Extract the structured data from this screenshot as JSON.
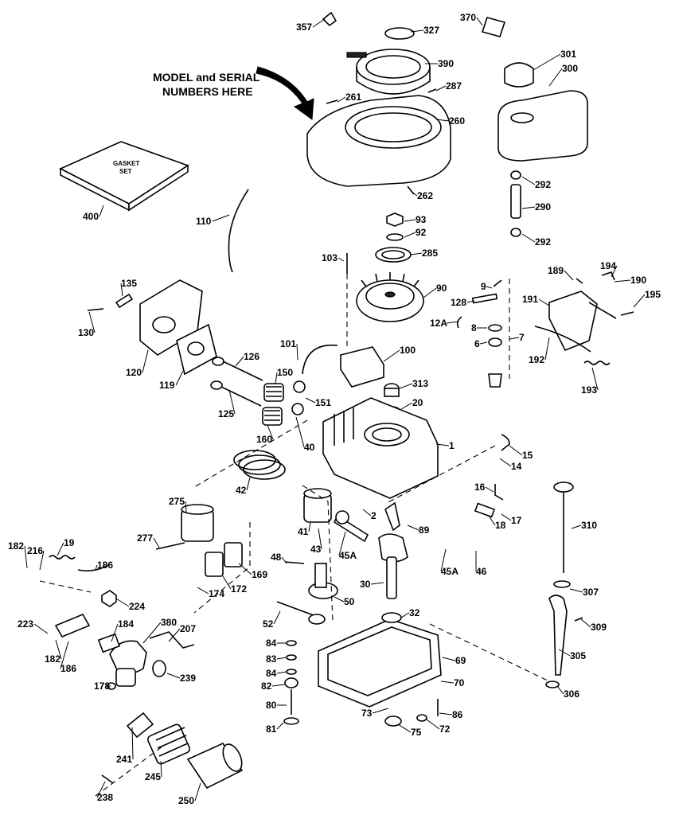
{
  "diagram": {
    "callout_line1": "MODEL and SERIAL",
    "callout_line2": "NUMBERS HERE",
    "gasket_box_line1": "GASKET",
    "gasket_box_line2": "SET",
    "parts": [
      {
        "id": "357"
      },
      {
        "id": "327"
      },
      {
        "id": "370"
      },
      {
        "id": "390"
      },
      {
        "id": "301"
      },
      {
        "id": "300"
      },
      {
        "id": "287"
      },
      {
        "id": "261"
      },
      {
        "id": "260"
      },
      {
        "id": "262"
      },
      {
        "id": "400"
      },
      {
        "id": "292a",
        "label": "292"
      },
      {
        "id": "290"
      },
      {
        "id": "292b",
        "label": "292"
      },
      {
        "id": "93"
      },
      {
        "id": "92"
      },
      {
        "id": "110"
      },
      {
        "id": "103"
      },
      {
        "id": "285"
      },
      {
        "id": "135"
      },
      {
        "id": "9"
      },
      {
        "id": "194"
      },
      {
        "id": "189"
      },
      {
        "id": "190"
      },
      {
        "id": "90"
      },
      {
        "id": "128"
      },
      {
        "id": "191"
      },
      {
        "id": "195"
      },
      {
        "id": "130"
      },
      {
        "id": "12A"
      },
      {
        "id": "8"
      },
      {
        "id": "6"
      },
      {
        "id": "7"
      },
      {
        "id": "101"
      },
      {
        "id": "100"
      },
      {
        "id": "120"
      },
      {
        "id": "119"
      },
      {
        "id": "126"
      },
      {
        "id": "192"
      },
      {
        "id": "150"
      },
      {
        "id": "193"
      },
      {
        "id": "313"
      },
      {
        "id": "151"
      },
      {
        "id": "125"
      },
      {
        "id": "20"
      },
      {
        "id": "160"
      },
      {
        "id": "40"
      },
      {
        "id": "1"
      },
      {
        "id": "15"
      },
      {
        "id": "14"
      },
      {
        "id": "42"
      },
      {
        "id": "16"
      },
      {
        "id": "275"
      },
      {
        "id": "2"
      },
      {
        "id": "17"
      },
      {
        "id": "18"
      },
      {
        "id": "310"
      },
      {
        "id": "41"
      },
      {
        "id": "89"
      },
      {
        "id": "277"
      },
      {
        "id": "43"
      },
      {
        "id": "45A_a",
        "label": "45A"
      },
      {
        "id": "182a",
        "label": "182"
      },
      {
        "id": "216"
      },
      {
        "id": "19"
      },
      {
        "id": "48"
      },
      {
        "id": "169"
      },
      {
        "id": "45A_b",
        "label": "45A"
      },
      {
        "id": "46"
      },
      {
        "id": "186a",
        "label": "186"
      },
      {
        "id": "172"
      },
      {
        "id": "30"
      },
      {
        "id": "174"
      },
      {
        "id": "307"
      },
      {
        "id": "224"
      },
      {
        "id": "50"
      },
      {
        "id": "52"
      },
      {
        "id": "32"
      },
      {
        "id": "380"
      },
      {
        "id": "223"
      },
      {
        "id": "184"
      },
      {
        "id": "207"
      },
      {
        "id": "309"
      },
      {
        "id": "84a",
        "label": "84"
      },
      {
        "id": "182b",
        "label": "182"
      },
      {
        "id": "83"
      },
      {
        "id": "305"
      },
      {
        "id": "69"
      },
      {
        "id": "186b",
        "label": "186"
      },
      {
        "id": "84b",
        "label": "84"
      },
      {
        "id": "239"
      },
      {
        "id": "82"
      },
      {
        "id": "70"
      },
      {
        "id": "178"
      },
      {
        "id": "306"
      },
      {
        "id": "80"
      },
      {
        "id": "86"
      },
      {
        "id": "73"
      },
      {
        "id": "81"
      },
      {
        "id": "72"
      },
      {
        "id": "241"
      },
      {
        "id": "75"
      },
      {
        "id": "245"
      },
      {
        "id": "238"
      },
      {
        "id": "250"
      }
    ]
  }
}
